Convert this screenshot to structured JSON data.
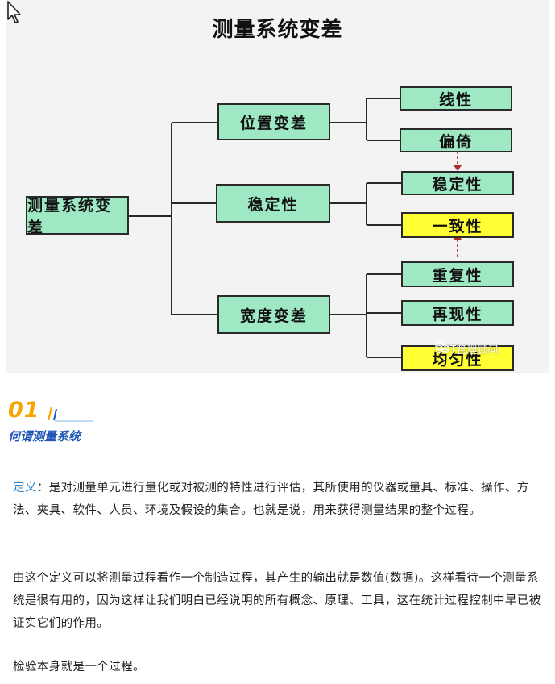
{
  "diagram": {
    "title": "测量系统变差",
    "root": "测量系统变差",
    "branches": [
      {
        "label": "位置变差",
        "children": [
          "线性",
          "偏倚"
        ]
      },
      {
        "label": "稳定性",
        "children": [
          "稳定性",
          "一致性"
        ]
      },
      {
        "label": "宽度变差",
        "children": [
          "重复性",
          "再现性",
          "均匀性"
        ]
      }
    ],
    "colors": {
      "node": "#9ee8c4",
      "highlight": "#ffff33",
      "arrow": "#b02a2a"
    },
    "watermark": "OST管理顾问"
  },
  "section": {
    "number": "01",
    "title": "何谓测量系统"
  },
  "paragraphs": {
    "p1_label": "定义",
    "p1_text": "：是对测量单元进行量化或对被测的特性进行评估，其所使用的仪器或量具、标准、操作、方法、夹具、软件、人员、环境及假设的集合。也就是说，用来获得测量结果的整个过程。",
    "p2": "由这个定义可以将测量过程看作一个制造过程，其产生的输出就是数值(数据)。这样看待一个测量系统是很有用的，因为这样让我们明白已经说明的所有概念、原理、工具，这在统计过程控制中早已被证实它们的作用。",
    "p3": "检验本身就是一个过程。"
  }
}
